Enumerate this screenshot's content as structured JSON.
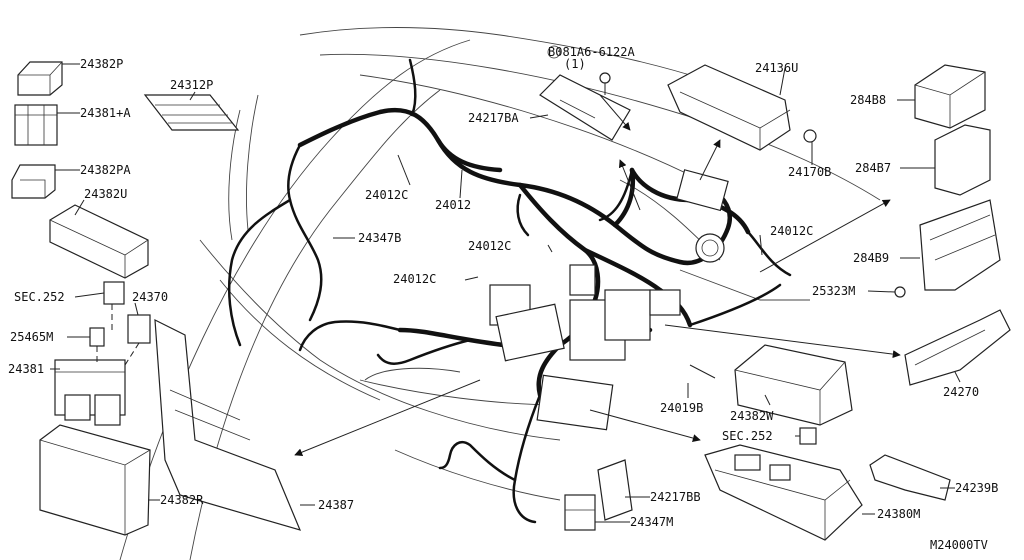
{
  "labels": {
    "p24382P": "24382P",
    "p24381A": "24381+A",
    "p24382PA": "24382PA",
    "p24382U": "24382U",
    "sec252a": "SEC.252",
    "p24370": "24370",
    "p25465M": "25465M",
    "p24381": "24381",
    "p24382R": "24382R",
    "p24312P": "24312P",
    "p24012Ca": "24012C",
    "p24012": "24012",
    "p24347B": "24347B",
    "p24217BA": "24217BA",
    "bolt": "B081A6-6122A",
    "bolt_qty": "(1)",
    "p24136U": "24136U",
    "p24170B": "24170B",
    "p284B8": "284B8",
    "p284B7": "284B7",
    "p284B9": "284B9",
    "p25323M": "25323M",
    "p24012Cb": "24012C",
    "p24012Cc": "24012C",
    "p24012Cd": "24012C",
    "p24270": "24270",
    "p24019B": "24019B",
    "p24382W": "24382W",
    "sec252b": "SEC.252",
    "p24239B": "24239B",
    "p24387": "24387",
    "p24217BB": "24217BB",
    "p24347M": "24347M",
    "p24380M": "24380M",
    "diagram_code": "M24000TV"
  }
}
